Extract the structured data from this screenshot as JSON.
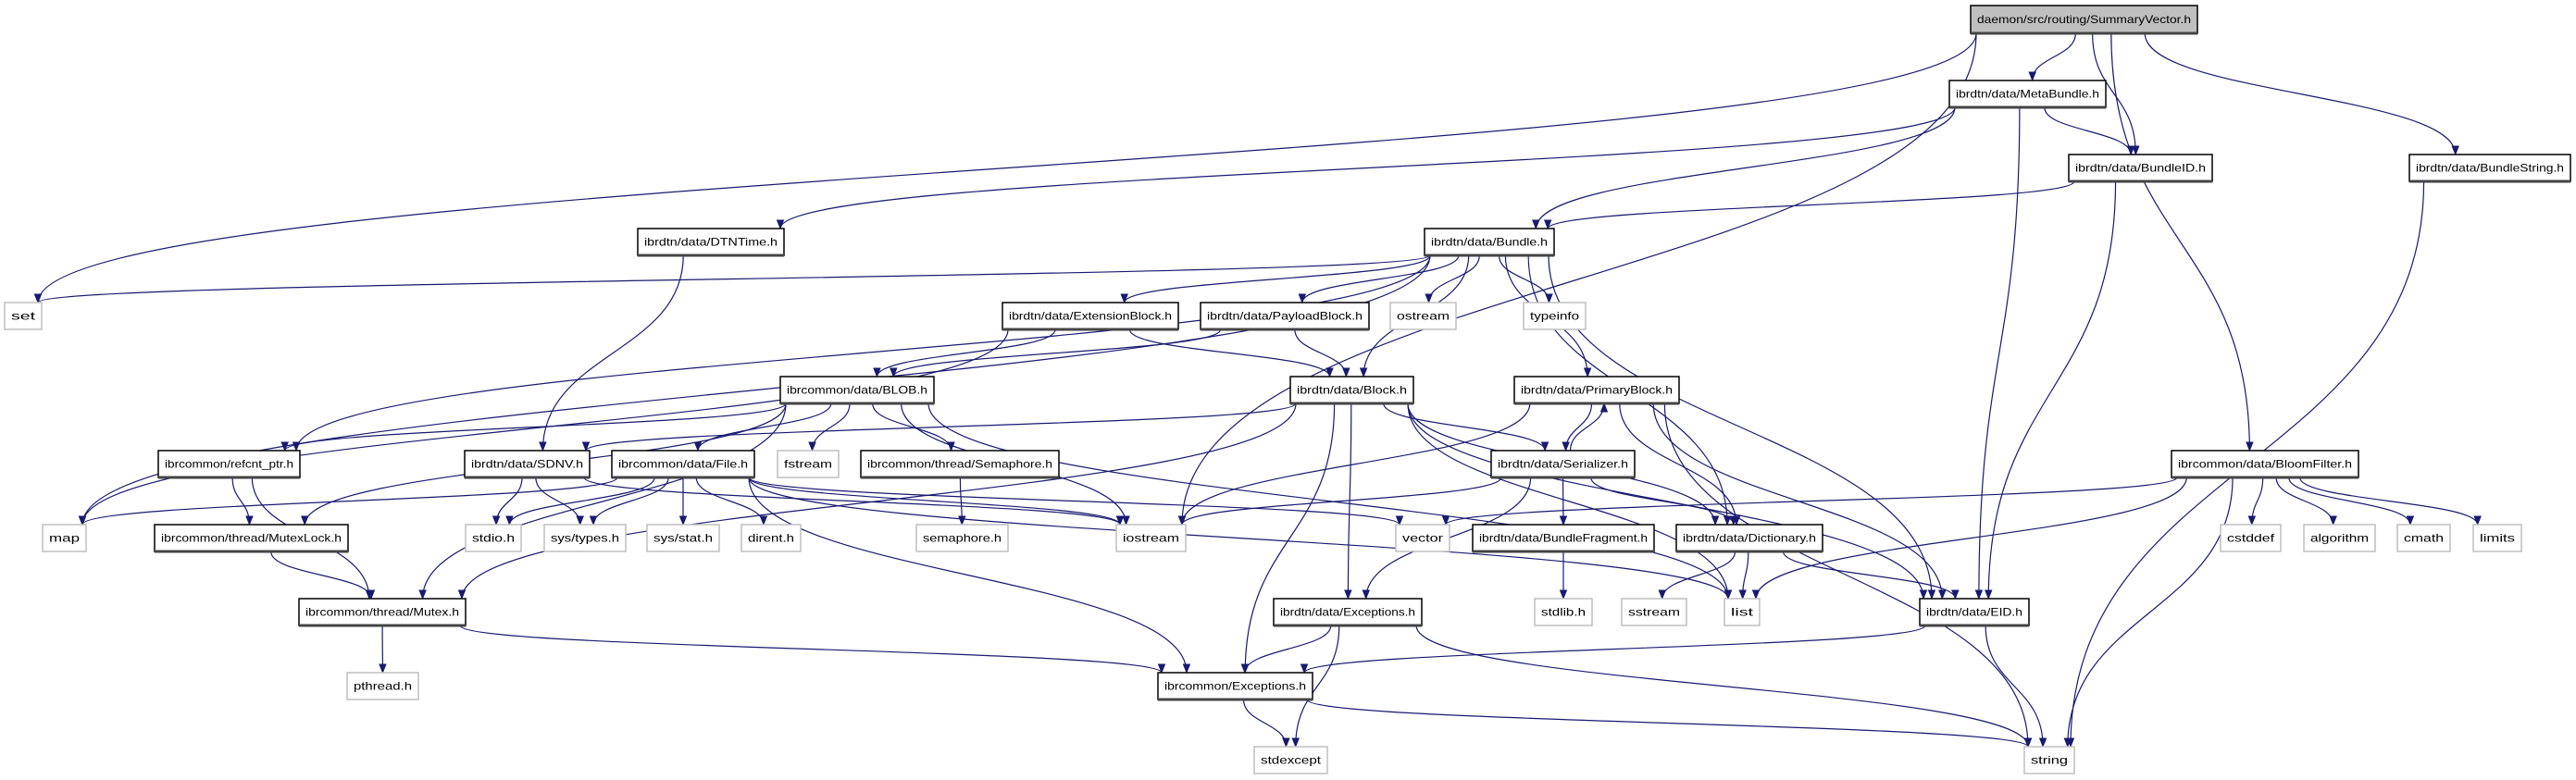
{
  "graph": {
    "edge_color": "#191970",
    "root_fill": "#bfbfbf",
    "node_border": "#000000",
    "external_border": "#bfbfbf",
    "nodes": [
      {
        "id": "root",
        "label": "daemon/src/routing/SummaryVector.h",
        "kind": "root"
      },
      {
        "id": "metabundle",
        "label": "ibrdtn/data/MetaBundle.h",
        "kind": "local"
      },
      {
        "id": "bundleid",
        "label": "ibrdtn/data/BundleID.h",
        "kind": "local"
      },
      {
        "id": "bundlestring",
        "label": "ibrdtn/data/BundleString.h",
        "kind": "local"
      },
      {
        "id": "dtntime",
        "label": "ibrdtn/data/DTNTime.h",
        "kind": "local"
      },
      {
        "id": "bundle",
        "label": "ibrdtn/data/Bundle.h",
        "kind": "local"
      },
      {
        "id": "set",
        "label": "set",
        "kind": "external"
      },
      {
        "id": "extblock",
        "label": "ibrdtn/data/ExtensionBlock.h",
        "kind": "local"
      },
      {
        "id": "payload",
        "label": "ibrdtn/data/PayloadBlock.h",
        "kind": "local"
      },
      {
        "id": "ostream",
        "label": "ostream",
        "kind": "external"
      },
      {
        "id": "typeinfo",
        "label": "typeinfo",
        "kind": "external"
      },
      {
        "id": "blob",
        "label": "ibrcommon/data/BLOB.h",
        "kind": "local"
      },
      {
        "id": "block",
        "label": "ibrdtn/data/Block.h",
        "kind": "local"
      },
      {
        "id": "primary",
        "label": "ibrdtn/data/PrimaryBlock.h",
        "kind": "local"
      },
      {
        "id": "refcnt",
        "label": "ibrcommon/refcnt_ptr.h",
        "kind": "local"
      },
      {
        "id": "sdnv",
        "label": "ibrdtn/data/SDNV.h",
        "kind": "local"
      },
      {
        "id": "file",
        "label": "ibrcommon/data/File.h",
        "kind": "local"
      },
      {
        "id": "fstream",
        "label": "fstream",
        "kind": "external"
      },
      {
        "id": "semaphore",
        "label": "ibrcommon/thread/Semaphore.h",
        "kind": "local"
      },
      {
        "id": "serializer",
        "label": "ibrdtn/data/Serializer.h",
        "kind": "local"
      },
      {
        "id": "bloom",
        "label": "ibrcommon/data/BloomFilter.h",
        "kind": "local"
      },
      {
        "id": "map",
        "label": "map",
        "kind": "external"
      },
      {
        "id": "mutexlock",
        "label": "ibrcommon/thread/MutexLock.h",
        "kind": "local"
      },
      {
        "id": "stdio",
        "label": "stdio.h",
        "kind": "external"
      },
      {
        "id": "systypes",
        "label": "sys/types.h",
        "kind": "external"
      },
      {
        "id": "sysstat",
        "label": "sys/stat.h",
        "kind": "external"
      },
      {
        "id": "dirent",
        "label": "dirent.h",
        "kind": "external"
      },
      {
        "id": "semaphoreh",
        "label": "semaphore.h",
        "kind": "external"
      },
      {
        "id": "iostream",
        "label": "iostream",
        "kind": "external"
      },
      {
        "id": "vector",
        "label": "vector",
        "kind": "external"
      },
      {
        "id": "fragment",
        "label": "ibrdtn/data/BundleFragment.h",
        "kind": "local"
      },
      {
        "id": "dictionary",
        "label": "ibrdtn/data/Dictionary.h",
        "kind": "local"
      },
      {
        "id": "cstddef",
        "label": "cstddef",
        "kind": "external"
      },
      {
        "id": "algorithm",
        "label": "algorithm",
        "kind": "external"
      },
      {
        "id": "cmath",
        "label": "cmath",
        "kind": "external"
      },
      {
        "id": "limits",
        "label": "limits",
        "kind": "external"
      },
      {
        "id": "mutex",
        "label": "ibrcommon/thread/Mutex.h",
        "kind": "local"
      },
      {
        "id": "dtnexc",
        "label": "ibrdtn/data/Exceptions.h",
        "kind": "local"
      },
      {
        "id": "stdlib",
        "label": "stdlib.h",
        "kind": "external"
      },
      {
        "id": "sstream",
        "label": "sstream",
        "kind": "external"
      },
      {
        "id": "list",
        "label": "list",
        "kind": "external"
      },
      {
        "id": "eid",
        "label": "ibrdtn/data/EID.h",
        "kind": "local"
      },
      {
        "id": "pthread",
        "label": "pthread.h",
        "kind": "external"
      },
      {
        "id": "commonexc",
        "label": "ibrcommon/Exceptions.h",
        "kind": "local"
      },
      {
        "id": "stdexcept",
        "label": "stdexcept",
        "kind": "external"
      },
      {
        "id": "string",
        "label": "string",
        "kind": "external"
      }
    ],
    "edges": [
      [
        "root",
        "set"
      ],
      [
        "root",
        "iostream"
      ],
      [
        "root",
        "metabundle"
      ],
      [
        "root",
        "bundleid"
      ],
      [
        "root",
        "bloom"
      ],
      [
        "root",
        "bundlestring"
      ],
      [
        "metabundle",
        "dtntime"
      ],
      [
        "metabundle",
        "bundle"
      ],
      [
        "metabundle",
        "bundleid"
      ],
      [
        "metabundle",
        "eid"
      ],
      [
        "bundleid",
        "bundle"
      ],
      [
        "bundleid",
        "eid"
      ],
      [
        "bundlestring",
        "string"
      ],
      [
        "dtntime",
        "sdnv"
      ],
      [
        "bundle",
        "set"
      ],
      [
        "bundle",
        "map"
      ],
      [
        "bundle",
        "refcnt"
      ],
      [
        "bundle",
        "extblock"
      ],
      [
        "bundle",
        "payload"
      ],
      [
        "bundle",
        "ostream"
      ],
      [
        "bundle",
        "typeinfo"
      ],
      [
        "bundle",
        "block"
      ],
      [
        "bundle",
        "primary"
      ],
      [
        "bundle",
        "dictionary"
      ],
      [
        "bundle",
        "eid"
      ],
      [
        "extblock",
        "map"
      ],
      [
        "extblock",
        "blob"
      ],
      [
        "extblock",
        "block"
      ],
      [
        "payload",
        "blob"
      ],
      [
        "payload",
        "block"
      ],
      [
        "blob",
        "refcnt"
      ],
      [
        "blob",
        "mutexlock"
      ],
      [
        "blob",
        "mutex"
      ],
      [
        "blob",
        "file"
      ],
      [
        "blob",
        "fstream"
      ],
      [
        "blob",
        "semaphore"
      ],
      [
        "blob",
        "iostream"
      ],
      [
        "blob",
        "list"
      ],
      [
        "block",
        "sdnv"
      ],
      [
        "block",
        "mutex"
      ],
      [
        "block",
        "serializer"
      ],
      [
        "block",
        "dtnexc"
      ],
      [
        "block",
        "commonexc"
      ],
      [
        "block",
        "list"
      ],
      [
        "block",
        "dictionary"
      ],
      [
        "block",
        "eid"
      ],
      [
        "primary",
        "serializer"
      ],
      [
        "primary",
        "iostream"
      ],
      [
        "primary",
        "dictionary"
      ],
      [
        "primary",
        "eid"
      ],
      [
        "primary",
        "string"
      ],
      [
        "serializer",
        "primary"
      ],
      [
        "serializer",
        "iostream"
      ],
      [
        "serializer",
        "fragment"
      ],
      [
        "serializer",
        "dictionary"
      ],
      [
        "serializer",
        "dtnexc"
      ],
      [
        "refcnt",
        "mutexlock"
      ],
      [
        "refcnt",
        "mutex"
      ],
      [
        "sdnv",
        "stdio"
      ],
      [
        "sdnv",
        "systypes"
      ],
      [
        "sdnv",
        "iostream"
      ],
      [
        "file",
        "map"
      ],
      [
        "file",
        "stdio"
      ],
      [
        "file",
        "systypes"
      ],
      [
        "file",
        "sysstat"
      ],
      [
        "file",
        "dirent"
      ],
      [
        "file",
        "list"
      ],
      [
        "file",
        "iostream"
      ],
      [
        "file",
        "vector"
      ],
      [
        "file",
        "commonexc"
      ],
      [
        "semaphore",
        "semaphoreh"
      ],
      [
        "mutexlock",
        "mutex"
      ],
      [
        "mutex",
        "pthread"
      ],
      [
        "mutex",
        "commonexc"
      ],
      [
        "fragment",
        "stdlib"
      ],
      [
        "dictionary",
        "sstream"
      ],
      [
        "dictionary",
        "list"
      ],
      [
        "dictionary",
        "eid"
      ],
      [
        "bloom",
        "vector"
      ],
      [
        "bloom",
        "list"
      ],
      [
        "bloom",
        "string"
      ],
      [
        "bloom",
        "cstddef"
      ],
      [
        "bloom",
        "algorithm"
      ],
      [
        "bloom",
        "cmath"
      ],
      [
        "bloom",
        "limits"
      ],
      [
        "eid",
        "commonexc"
      ],
      [
        "eid",
        "string"
      ],
      [
        "dtnexc",
        "commonexc"
      ],
      [
        "dtnexc",
        "stdexcept"
      ],
      [
        "dtnexc",
        "string"
      ],
      [
        "commonexc",
        "stdexcept"
      ],
      [
        "commonexc",
        "string"
      ]
    ]
  }
}
